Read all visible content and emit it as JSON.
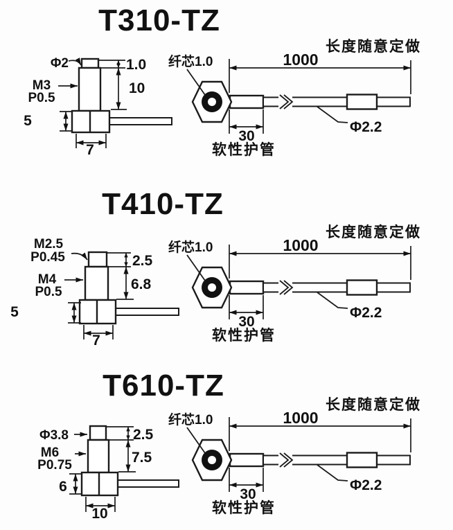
{
  "page": {
    "background": "#fdfdfd",
    "line_color": "#1b1b1b"
  },
  "sections": [
    {
      "title": "T310-TZ",
      "side_view": {
        "tip_label": "Φ2",
        "thread_line1": "M3",
        "thread_line2": "P0.5",
        "dim_tip_height": "1.0",
        "dim_body_height": "10",
        "dim_base_height": "5",
        "dim_base_width": "7"
      },
      "cable_view": {
        "length_note": "长度随意定做",
        "fiber_core_label": "纤芯1.0",
        "dim_cable_length": "1000",
        "dim_sheath_length": "30",
        "sheath_label": "软性护管",
        "cable_diameter": "Φ2.2"
      }
    },
    {
      "title": "T410-TZ",
      "side_view": {
        "tip_line1": "M2.5",
        "tip_line2": "P0.45",
        "thread_line1": "M4",
        "thread_line2": "P0.5",
        "dim_tip_height": "2.5",
        "dim_body_height": "6.8",
        "dim_base_height": "5",
        "dim_base_width": "7"
      },
      "cable_view": {
        "length_note": "长度随意定做",
        "fiber_core_label": "纤芯1.0",
        "dim_cable_length": "1000",
        "dim_sheath_length": "30",
        "sheath_label": "软性护管",
        "cable_diameter": "Φ2.2"
      }
    },
    {
      "title": "T610-TZ",
      "side_view": {
        "tip_label": "Φ3.8",
        "thread_line1": "M6",
        "thread_line2": "P0.75",
        "dim_tip_height": "2.5",
        "dim_body_height": "7.5",
        "dim_base_height": "6",
        "dim_base_width": "10"
      },
      "cable_view": {
        "length_note": "长度随意定做",
        "fiber_core_label": "纤芯1.0",
        "dim_cable_length": "1000",
        "dim_sheath_length": "30",
        "sheath_label": "软性护管",
        "cable_diameter": "Φ2.2"
      }
    }
  ]
}
